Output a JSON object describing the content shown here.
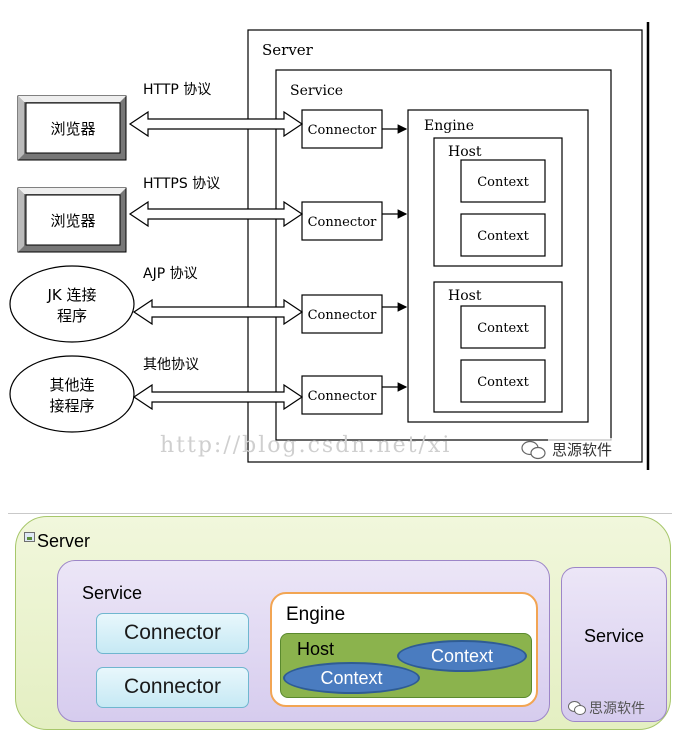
{
  "top_diagram": {
    "server_label": "Server",
    "service_label": "Service",
    "engine_label": "Engine",
    "hosts": [
      {
        "label": "Host",
        "contexts": [
          "Context",
          "Context"
        ]
      },
      {
        "label": "Host",
        "contexts": [
          "Context",
          "Context"
        ]
      }
    ],
    "clients": [
      {
        "shape": "rect",
        "label": "浏览器",
        "protocol": "HTTP 协议"
      },
      {
        "shape": "rect",
        "label": "浏览器",
        "protocol": "HTTPS 协议"
      },
      {
        "shape": "ellipse",
        "label_lines": [
          "JK 连接",
          "程序"
        ],
        "protocol": "AJP 协议"
      },
      {
        "shape": "ellipse",
        "label_lines": [
          "其他连",
          "接程序"
        ],
        "protocol": "其他协议"
      }
    ],
    "connector_label": "Connector",
    "watermark_url": "http://blog.csdn.net/xi",
    "watermark_brand": "思源软件"
  },
  "bottom_diagram": {
    "server_label": "Server",
    "service_label": "Service",
    "connectors": [
      "Connector",
      "Connector"
    ],
    "engine_label": "Engine",
    "host_label": "Host",
    "contexts": [
      "Context",
      "Context"
    ],
    "service2_label": "Service",
    "watermark_brand": "思源软件"
  },
  "colors": {
    "server_fill": "#e4efc2",
    "service_fill": "#d6ccee",
    "connector_fill": "#c6e9f4",
    "engine_border": "#f2a553",
    "host_fill": "#8bb34d",
    "context_fill": "#4a7cc0"
  },
  "icons": [
    "wechat-icon",
    "image-placeholder-icon"
  ]
}
